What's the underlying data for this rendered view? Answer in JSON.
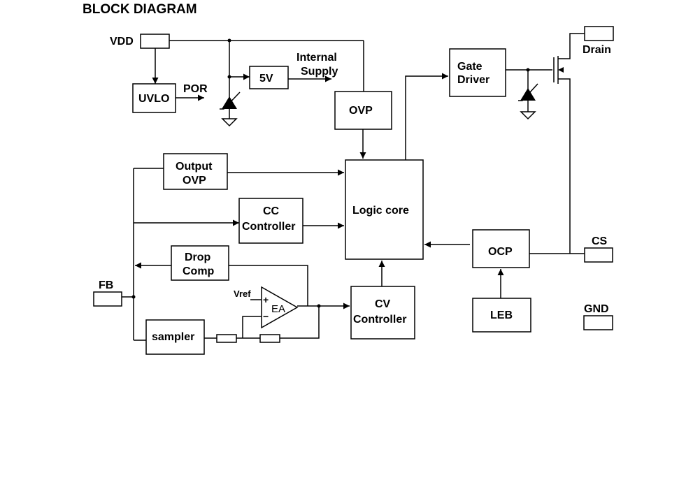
{
  "title": "BLOCK DIAGRAM",
  "pins": {
    "vdd": "VDD",
    "drain": "Drain",
    "fb": "FB",
    "cs": "CS",
    "gnd": "GND"
  },
  "blocks": {
    "uvlo": "UVLO",
    "five_v": "5V",
    "ovp": "OVP",
    "gate_driver": [
      "Gate",
      "Driver"
    ],
    "output_ovp": [
      "Output",
      "OVP"
    ],
    "cc_controller": [
      "CC",
      "Controller"
    ],
    "logic_core": "Logic core",
    "drop_comp": [
      "Drop",
      "Comp"
    ],
    "cv_controller": [
      "CV",
      "Controller"
    ],
    "ocp": "OCP",
    "leb": "LEB",
    "sampler": "sampler"
  },
  "labels": {
    "por": "POR",
    "internal_supply": [
      "Internal",
      "Supply"
    ],
    "vref": "Vref",
    "ea": "EA",
    "plus": "+",
    "minus": "−"
  }
}
